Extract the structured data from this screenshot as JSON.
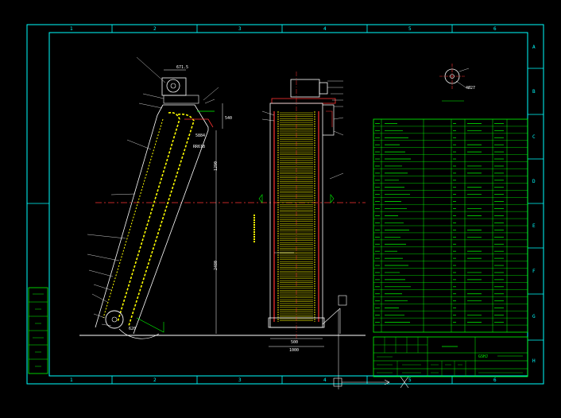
{
  "border": {
    "columns": [
      "1",
      "2",
      "3",
      "4",
      "5",
      "6"
    ],
    "rows": [
      "A",
      "B",
      "C",
      "D",
      "E",
      "F",
      "G",
      "H"
    ]
  },
  "left_block": [
    "",
    "",
    "",
    "",
    "",
    ""
  ],
  "side_view": {
    "dim_top": "671.5",
    "dim_right_top": "540",
    "dim_mid": "5884",
    "label_mid": "RR618",
    "dim_vertical_1": "1290",
    "dim_vertical_2": "2480",
    "dim_bottom": "620"
  },
  "front_view": {
    "dim_bottom_1": "500",
    "dim_bottom_2": "1000"
  },
  "detail": {
    "label_top": "",
    "label_right": "4Ø27",
    "caption": ""
  },
  "title_block": {
    "name_cell": "",
    "drawing_title": "GSHJ"
  },
  "colors": {
    "background": "#000000",
    "frame": "#00ffff",
    "table": "#00ff00",
    "machine": "#ffff00",
    "centerline": "#ff0000",
    "dimension": "#ffffff"
  }
}
